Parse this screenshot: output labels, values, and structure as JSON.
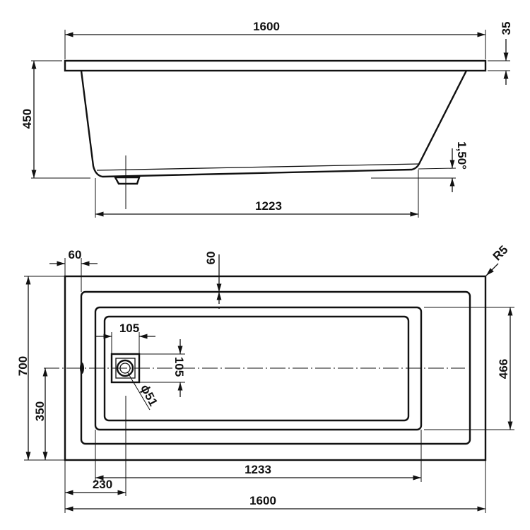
{
  "side_view": {
    "overall_length": "1600",
    "rim_thickness": "35",
    "height": "450",
    "bottom_length": "1223",
    "bottom_slope": "1,50°"
  },
  "plan_view": {
    "rim_width_left": "60",
    "rim_width_top": "60",
    "corner_radius": "R5",
    "overall_width": "700",
    "drain_offset_y": "350",
    "inner_width": "466",
    "drain_box_width": "105",
    "drain_box_height": "105",
    "drain_diameter": "ϕ51",
    "inner_length": "1233",
    "drain_offset_x": "230",
    "overall_length": "1600"
  },
  "colors": {
    "line": "#111111",
    "background": "#ffffff"
  }
}
